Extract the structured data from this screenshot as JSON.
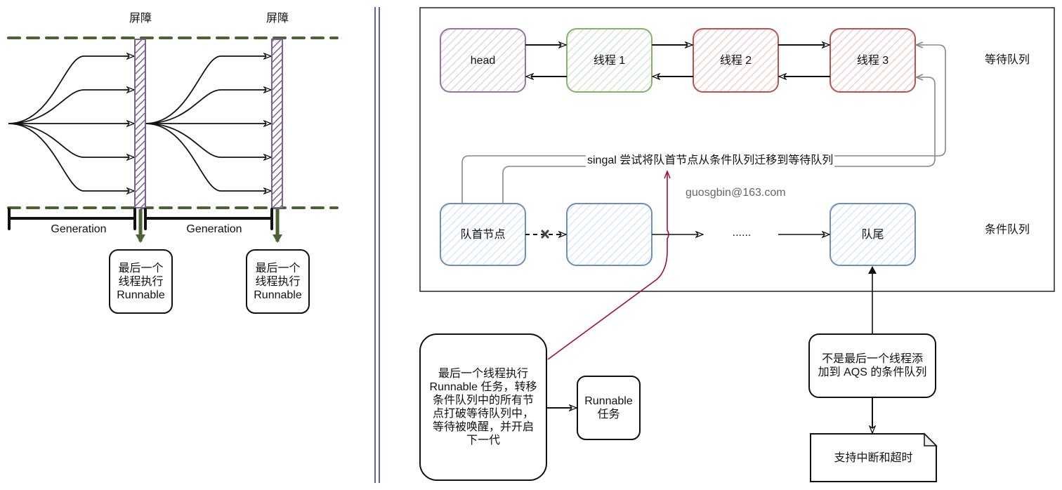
{
  "left_panel": {
    "barrier_labels": [
      "屏障",
      "屏障"
    ],
    "generation_labels": [
      "Generation",
      "Generation"
    ],
    "action_boxes": [
      "最后一个\n线程执行\nRunnable",
      "最后一个\n线程执行\nRunnable"
    ],
    "threads_per_generation": 5
  },
  "right_panel": {
    "wait_queue": {
      "label": "等待队列",
      "nodes": [
        {
          "text": "head",
          "color": "#9673a6",
          "fill": "#e1d5e7"
        },
        {
          "text": "线程 1",
          "color": "#82b366",
          "fill": "#d5e8d4"
        },
        {
          "text": "线程 2",
          "color": "#b85450",
          "fill": "#f8cecc"
        },
        {
          "text": "线程 3",
          "color": "#b85450",
          "fill": "#f8cecc"
        }
      ]
    },
    "condition_queue": {
      "label": "条件队列",
      "nodes": [
        {
          "text": "队首节点",
          "color": "#6c8ebf",
          "fill": "#dae8fc"
        },
        {
          "text": "",
          "color": "#6c8ebf",
          "fill": "#dae8fc"
        },
        {
          "text": "队尾",
          "color": "#6c8ebf",
          "fill": "#dae8fc"
        }
      ],
      "ellipsis": "......"
    },
    "signal_label": "singal 尝试将队首节点从条件队列迁移到等待队列",
    "watermark": "guosgbin@163.com",
    "last_thread_box": "最后一个线程执行\nRunnable 任务，转移\n条件队列中的所有节\n点打破等待队列中，\n等待被唤醒，并开启\n下一代",
    "runnable_box": "Runnable\n任务",
    "not_last_box": "不是最后一个线程添\n加到 AQS 的条件队列",
    "note_box": "支持中断和超时"
  },
  "colors": {
    "green_dash": "#4a6234",
    "barrier": "#7b6193",
    "separator": "#1a2fb0",
    "signal_line": "#888888",
    "red_link": "#a50d3a"
  }
}
